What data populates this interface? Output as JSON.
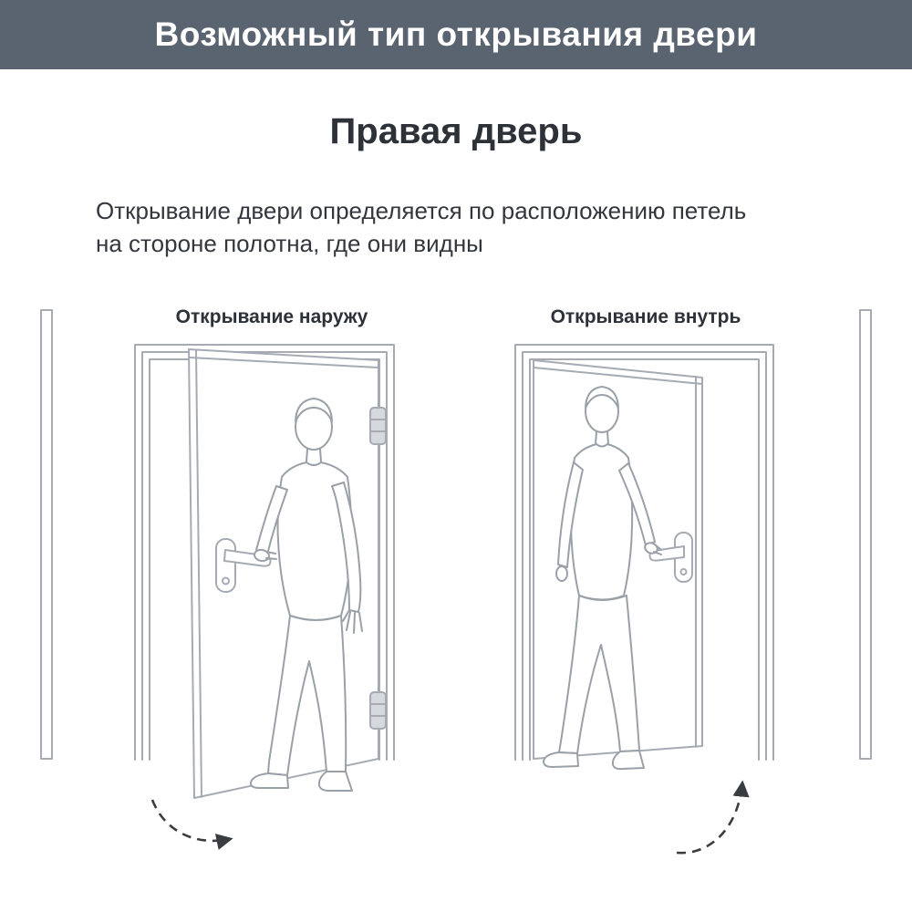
{
  "header": {
    "title": "Возможный тип открывания двери"
  },
  "section": {
    "title": "Правая дверь"
  },
  "description": {
    "line1": "Открывание двери определяется по расположению петель",
    "line2": "на стороне полотна, где они видны"
  },
  "panels": [
    {
      "id": "outward",
      "label": "Открывание наружу"
    },
    {
      "id": "inward",
      "label": "Открывание внутрь"
    }
  ],
  "colors": {
    "banner_bg": "#5a6370",
    "banner_text": "#ffffff",
    "heading_text": "#2d3138",
    "body_text": "#33373d",
    "line_art": "#a6abb3",
    "figure_line": "#9aa0a8",
    "hinge_fill": "#d5d9dd",
    "arrow": "#393d42"
  }
}
